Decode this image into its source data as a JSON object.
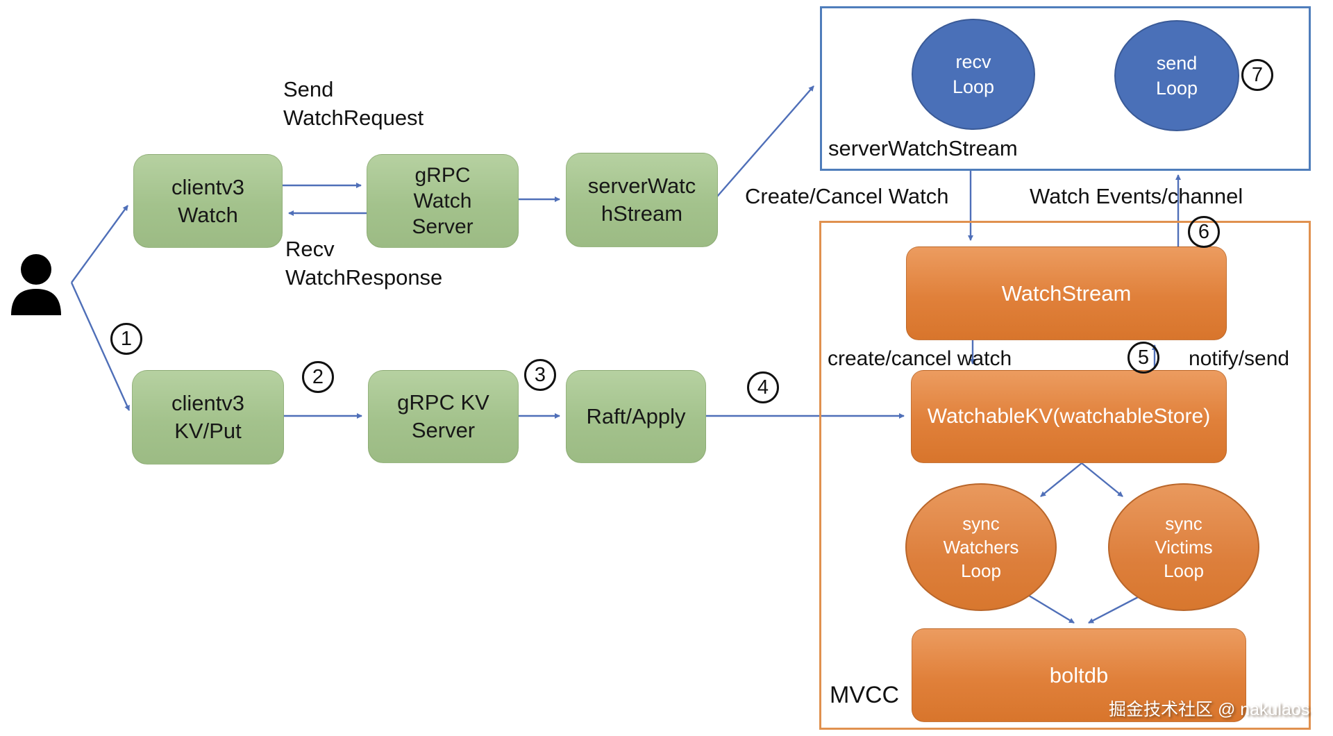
{
  "diagram": {
    "green_nodes": {
      "clientv3_watch": "clientv3\nWatch",
      "grpc_watch_server": "gRPC\nWatch\nServer",
      "server_watch_stream": "serverWatc\nhStream",
      "clientv3_kv_put": "clientv3\nKV/Put",
      "grpc_kv_server": "gRPC KV\nServer",
      "raft_apply": "Raft/Apply"
    },
    "flow_labels": {
      "send_watch_request": "Send\nWatchRequest",
      "recv_watch_response": "Recv\nWatchResponse",
      "create_cancel_watch_top": "Create/Cancel Watch",
      "watch_events_channel": "Watch Events/channel",
      "create_cancel_watch_inner": "create/cancel watch",
      "notify_send": "notify/send"
    },
    "server_watch_stream_group": {
      "label": "serverWatchStream",
      "recv_loop": "recv\nLoop",
      "send_loop": "send\nLoop"
    },
    "mvcc_group": {
      "label": "MVCC",
      "watch_stream": "WatchStream",
      "watchable_kv": "WatchableKV(watchableStore)",
      "sync_watchers_loop": "sync\nWatchers\nLoop",
      "sync_victims_loop": "sync\nVictims\nLoop",
      "boltdb": "boltdb"
    },
    "step_numbers": [
      "1",
      "2",
      "3",
      "4",
      "5",
      "6",
      "7"
    ],
    "watermark": "掘金技术社区 @ nakulaos",
    "colors": {
      "green_fill": "#a9c795",
      "orange_fill": "#e0803a",
      "blue_fill": "#4a70b8",
      "blue_frame": "#4f7dbb",
      "orange_frame": "#e0914f",
      "arrow": "#4f6fb8"
    }
  }
}
